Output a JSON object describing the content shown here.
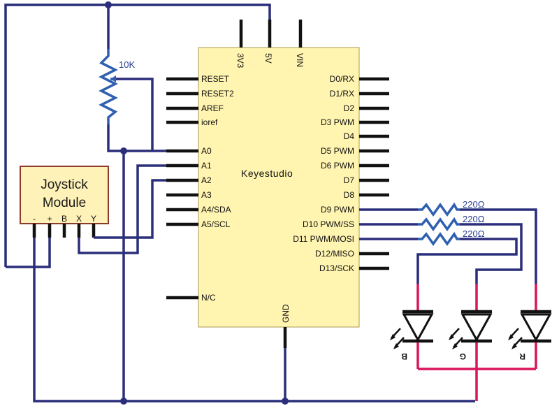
{
  "board": {
    "name": "Keyestudio",
    "left_pins": [
      "RESET",
      "RESET2",
      "AREF",
      "ioref",
      "A0",
      "A1",
      "A2",
      "A3",
      "A4/SDA",
      "A5/SCL",
      "N/C"
    ],
    "right_pins": [
      "D0/RX",
      "D1/RX",
      "D2",
      "D3 PWM",
      "D4",
      "D5 PWM",
      "D6 PWM",
      "D7",
      "D8",
      "D9 PWM",
      "D10 PWM/SS",
      "D11 PWM/MOSI",
      "D12/MISO",
      "D13/SCK"
    ],
    "top_pins": [
      "3V3",
      "5V",
      "VIN"
    ],
    "bottom_pins": [
      "GND"
    ]
  },
  "joystick": {
    "title_line1": "Joystick",
    "title_line2": "Module",
    "pins": [
      "-",
      "+",
      "B",
      "X",
      "Y"
    ]
  },
  "potentiometer": {
    "label": "10K"
  },
  "resistors": [
    "220Ω",
    "220Ω",
    "220Ω"
  ],
  "leds": [
    "B",
    "G",
    "R"
  ],
  "colors": {
    "board_fill": "#fff4b0",
    "module_fill": "#fff2b8",
    "module_border": "#8b3a2b",
    "wire": "#2b2e7a",
    "resistor": "#2f5fb0",
    "led_wire": "#d8175b"
  }
}
